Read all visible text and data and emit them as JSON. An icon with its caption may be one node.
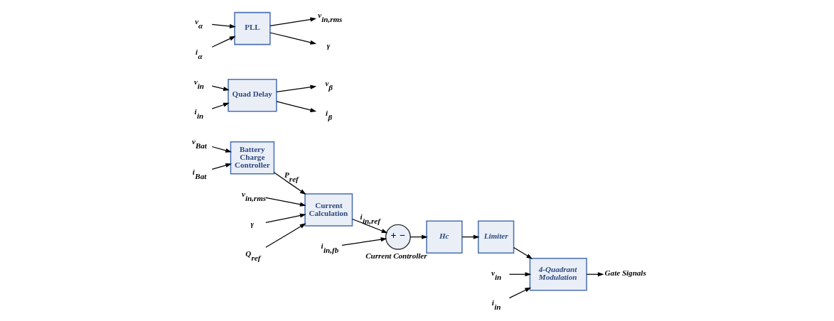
{
  "diagram": {
    "nodes": [
      {
        "text": [
          "v$_{Bat}$"
        ]
      },
      {
        "text": [
          "i$_{Bat}$"
        ]
      },
      {
        "text": [
          "Battery Charge Controller"
        ]
      },
      {
        "text": [
          "v$_{in,rms}$"
        ]
      },
      {
        "text": [
          "γ"
        ]
      },
      {
        "text": [
          "Current Calculation"
        ]
      },
      {
        "text": [
          "Q$_{ref}$"
        ]
      },
      {
        "text": [
          "+",
          "−"
        ]
      },
      {
        "text": [
          "i$_{in,fb}$"
        ]
      },
      {
        "text": [
          "Hc"
        ],
        "beside": [
          "Current Controller"
        ]
      },
      {
        "text": [
          "Limiter"
        ]
      },
      {
        "text": [
          "4-Quadrant Modulation"
        ]
      },
      {
        "text": [
          "v$_{in}$"
        ]
      },
      {
        "text": [
          "i$_{in}$"
        ]
      },
      {
        "text": [
          "Gate Signals"
        ]
      },
      {
        "text": [
          "v$_{in}$"
        ]
      },
      {
        "text": [
          "i$_{in}$"
        ]
      },
      {
        "text": [
          "Quad Delay"
        ]
      },
      {
        "text": [
          "v$_{β}$"
        ]
      },
      {
        "text": [
          "i$_{β}$"
        ]
      },
      {
        "text": [
          "v$_{α}$"
        ]
      },
      {
        "text": [
          "i$_{α}$"
        ]
      },
      {
        "text": [
          "PLL"
        ]
      },
      {
        "text": [
          "v$_{in,rms}$"
        ]
      },
      {
        "text": [
          "γ"
        ]
      }
    ],
    "edges": [
      {
        "from": 0,
        "to": 2,
        "arrow": "to"
      },
      {
        "from": 1,
        "to": 2,
        "arrow": "to"
      },
      {
        "from": 2,
        "to": 5,
        "arrow": "to",
        "label": "P$_{ref}$"
      },
      {
        "from": 3,
        "to": 5,
        "arrow": "to"
      },
      {
        "from": 4,
        "to": 5,
        "arrow": "to"
      },
      {
        "from": 6,
        "to": 5,
        "arrow": "to"
      },
      {
        "from": 5,
        "to": 7,
        "arrow": "to",
        "label": "i$_{in,ref}$"
      },
      {
        "from": 8,
        "to": 7,
        "arrow": "to"
      },
      {
        "from": 7,
        "to": 9,
        "arrow": "to"
      },
      {
        "from": 9,
        "to": 10,
        "arrow": "to"
      },
      {
        "from": 10,
        "to": 11,
        "arrow": "to"
      },
      {
        "from": 12,
        "to": 11,
        "arrow": "to"
      },
      {
        "from": 13,
        "to": 11,
        "arrow": "to"
      },
      {
        "from": 11,
        "to": 14,
        "arrow": "to"
      },
      {
        "from": 15,
        "to": 17,
        "arrow": "to"
      },
      {
        "from": 16,
        "to": 17,
        "arrow": "to"
      },
      {
        "from": 17,
        "to": 18,
        "arrow": "to"
      },
      {
        "from": 17,
        "to": 19,
        "arrow": "to"
      },
      {
        "from": 20,
        "to": 22,
        "arrow": "to"
      },
      {
        "from": 21,
        "to": 22,
        "arrow": "to"
      },
      {
        "from": 22,
        "to": 23,
        "arrow": "to"
      },
      {
        "from": 22,
        "to": 24,
        "arrow": "to"
      }
    ]
  }
}
